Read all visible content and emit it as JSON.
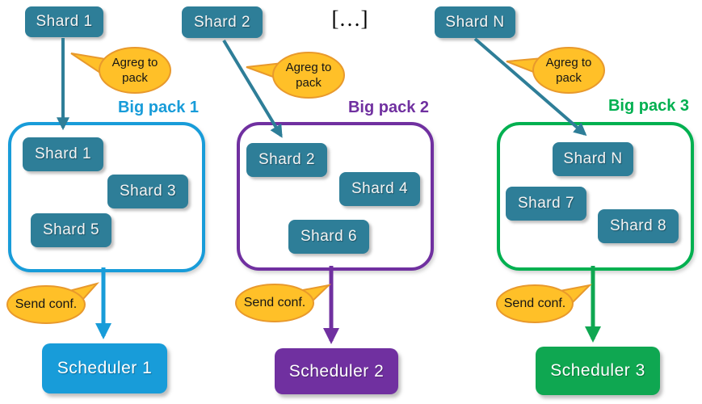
{
  "diagram": {
    "ellipsis": "[…]",
    "columns": [
      {
        "top_shard": "Shard 1",
        "agreg_bubble": {
          "line1": "Agreg to",
          "line2": "pack"
        },
        "pack": {
          "title": "Big pack 1",
          "shards": [
            "Shard 1",
            "Shard 3",
            "Shard 5"
          ]
        },
        "send_bubble": "Send conf.",
        "scheduler": "Scheduler 1",
        "accent_color": "#189CD9"
      },
      {
        "top_shard": "Shard 2",
        "agreg_bubble": {
          "line1": "Agreg to",
          "line2": "pack"
        },
        "pack": {
          "title": "Big pack 2",
          "shards": [
            "Shard 2",
            "Shard 4",
            "Shard 6"
          ]
        },
        "send_bubble": "Send conf.",
        "scheduler": "Scheduler 2",
        "accent_color": "#7030A0"
      },
      {
        "top_shard": "Shard N",
        "agreg_bubble": {
          "line1": "Agreg to",
          "line2": "pack"
        },
        "pack": {
          "title": "Big pack 3",
          "shards": [
            "Shard N",
            "Shard 7",
            "Shard 8"
          ]
        },
        "send_bubble": "Send conf.",
        "scheduler": "Scheduler 3",
        "accent_color": "#00B050"
      }
    ],
    "colors": {
      "shard_teal": "#2E7E98",
      "bubble_orange": "#FFC028",
      "bubble_border": "#E8992C",
      "scheduler3_green": "#0FA751"
    }
  }
}
